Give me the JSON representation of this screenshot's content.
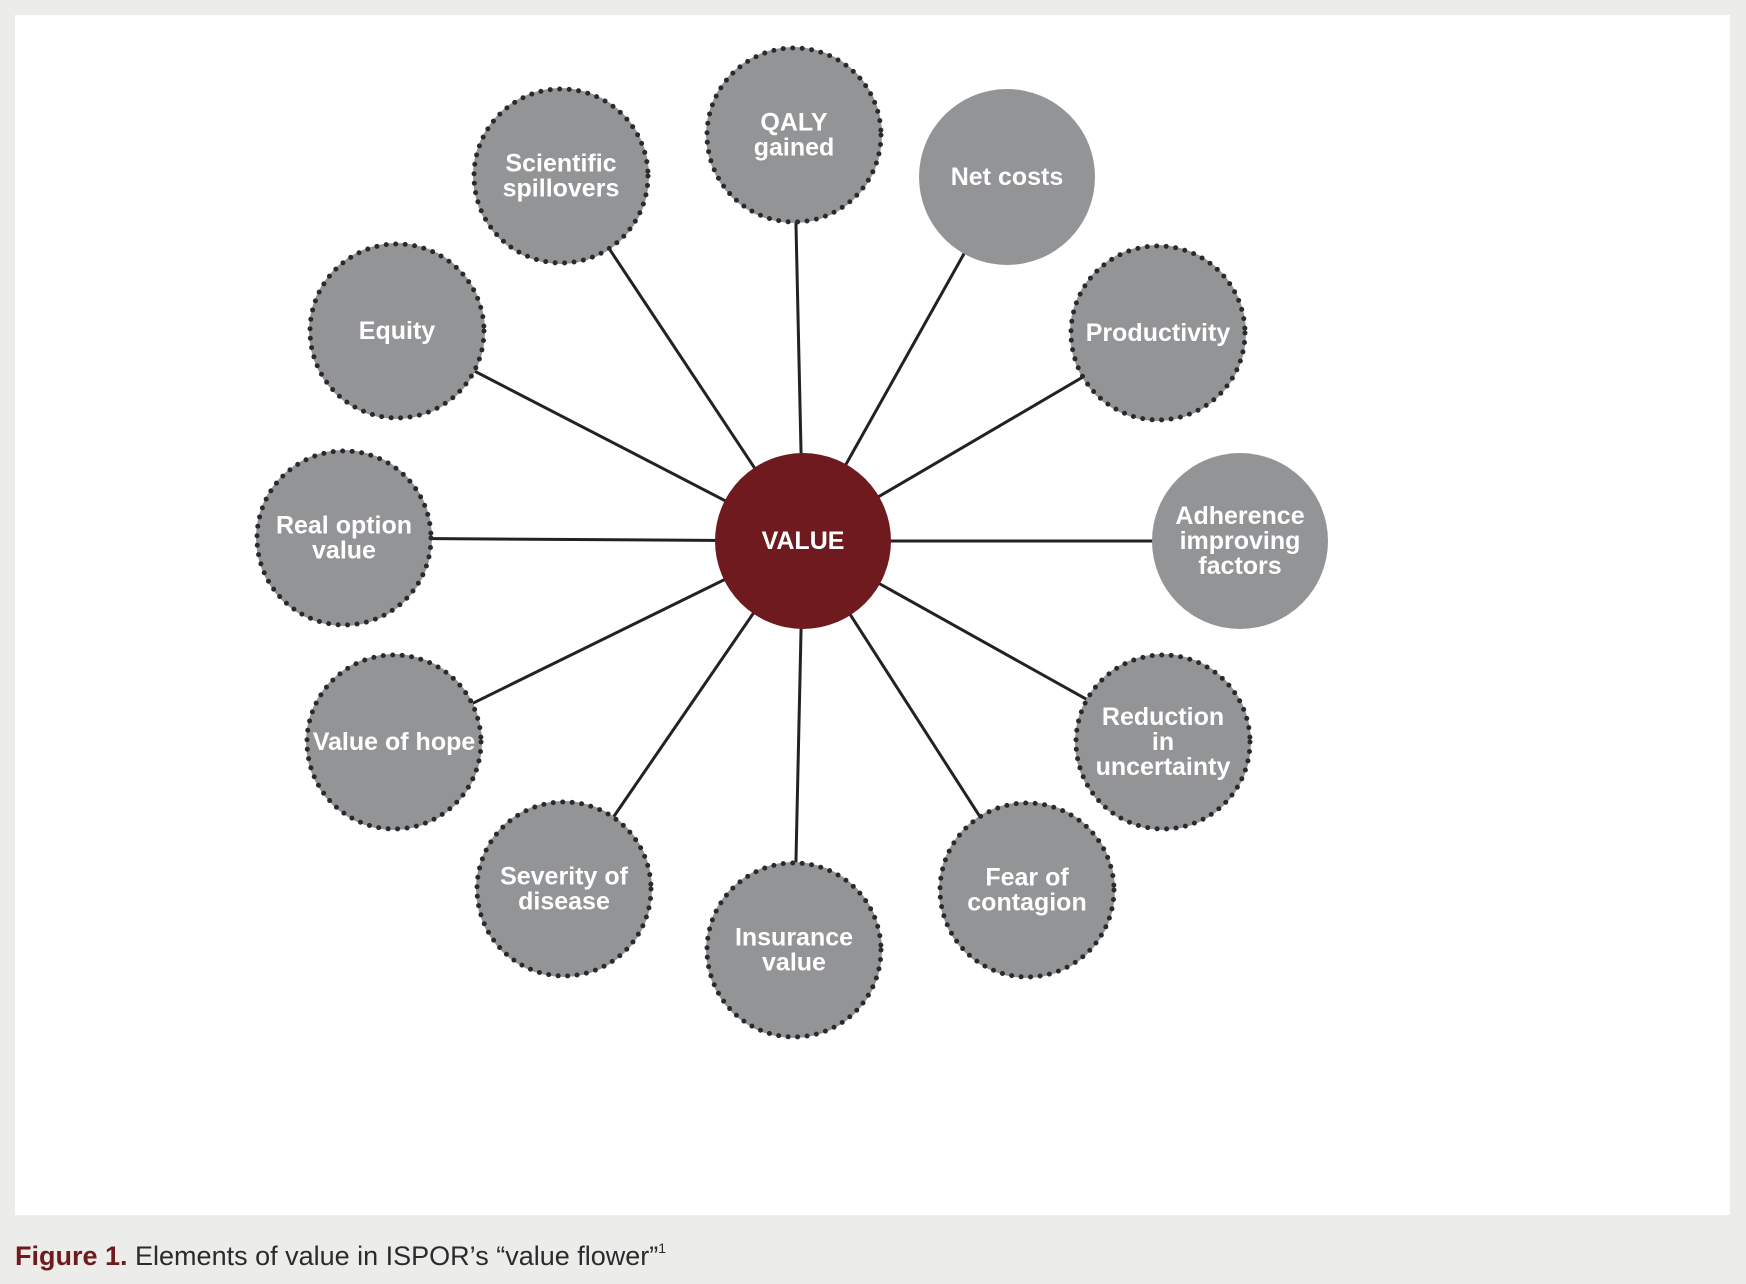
{
  "diagram": {
    "center": {
      "label": "VALUE",
      "color": "#6e1a1e"
    },
    "petal_color": "#939496",
    "edge_color": "#222222",
    "nodes": [
      {
        "id": "qaly-gained",
        "lines": [
          "QALY",
          "gained"
        ],
        "border": "dotted"
      },
      {
        "id": "net-costs",
        "lines": [
          "Net costs"
        ],
        "border": "solid"
      },
      {
        "id": "productivity",
        "lines": [
          "Productivity"
        ],
        "border": "dotted"
      },
      {
        "id": "adherence-improving-factors",
        "lines": [
          "Adherence",
          "improving",
          "factors"
        ],
        "border": "solid"
      },
      {
        "id": "reduction-in-uncertainty",
        "lines": [
          "Reduction",
          "in",
          "uncertainty"
        ],
        "border": "dotted"
      },
      {
        "id": "fear-of-contagion",
        "lines": [
          "Fear of",
          "contagion"
        ],
        "border": "dotted"
      },
      {
        "id": "insurance-value",
        "lines": [
          "Insurance",
          "value"
        ],
        "border": "dotted"
      },
      {
        "id": "severity-of-disease",
        "lines": [
          "Severity of",
          "disease"
        ],
        "border": "dotted"
      },
      {
        "id": "value-of-hope",
        "lines": [
          "Value of hope"
        ],
        "border": "dotted"
      },
      {
        "id": "real-option-value",
        "lines": [
          "Real option",
          "value"
        ],
        "border": "dotted"
      },
      {
        "id": "equity",
        "lines": [
          "Equity"
        ],
        "border": "dotted"
      },
      {
        "id": "scientific-spillovers",
        "lines": [
          "Scientific",
          "spillovers"
        ],
        "border": "dotted"
      }
    ]
  },
  "caption": {
    "label": "Figure 1.",
    "text": " Elements of value in ISPOR’s “value flower”",
    "ref": "1"
  }
}
